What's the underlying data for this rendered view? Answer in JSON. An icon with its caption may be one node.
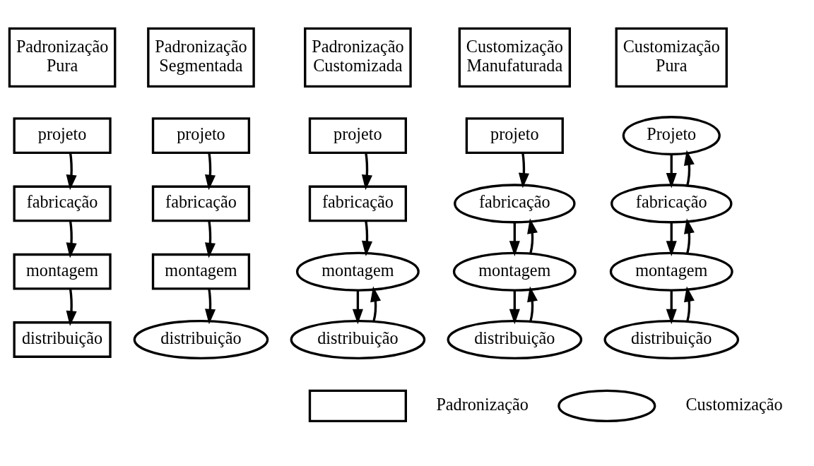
{
  "diagram": {
    "nodes": [
      {
        "text": [
          "Padronização Pura"
        ]
      },
      {
        "text": [
          "projeto"
        ]
      },
      {
        "text": [
          "fabricação"
        ]
      },
      {
        "text": [
          "montagem"
        ]
      },
      {
        "text": [
          "distribuição"
        ]
      },
      {
        "text": [
          "Padronização Segmentada"
        ]
      },
      {
        "text": [
          "projeto"
        ]
      },
      {
        "text": [
          "fabricação"
        ]
      },
      {
        "text": [
          "montagem"
        ]
      },
      {
        "text": [
          "distribuição"
        ]
      },
      {
        "text": [
          "Padronização Customizada"
        ]
      },
      {
        "text": [
          "projeto"
        ]
      },
      {
        "text": [
          "fabricação"
        ]
      },
      {
        "text": [
          "montagem"
        ]
      },
      {
        "text": [
          "distribuição"
        ]
      },
      {
        "text": [
          "Customização Manufaturada"
        ]
      },
      {
        "text": [
          "projeto"
        ]
      },
      {
        "text": [
          "fabricação"
        ]
      },
      {
        "text": [
          "montagem"
        ]
      },
      {
        "text": [
          "distribuição"
        ]
      },
      {
        "text": [
          "Customização Pura"
        ]
      },
      {
        "text": [
          "Projeto"
        ]
      },
      {
        "text": [
          "fabricação"
        ]
      },
      {
        "text": [
          "montagem"
        ]
      },
      {
        "text": [
          "distribuição"
        ]
      },
      {
        "text": [],
        "shape": "box"
      },
      {
        "text": [],
        "shape": "ellipse"
      }
    ],
    "edges": [
      {
        "from": 1,
        "to": 2,
        "arrow": "to"
      },
      {
        "from": 2,
        "to": 3,
        "arrow": "to"
      },
      {
        "from": 3,
        "to": 4,
        "arrow": "to"
      },
      {
        "from": 6,
        "to": 7,
        "arrow": "to"
      },
      {
        "from": 7,
        "to": 8,
        "arrow": "to"
      },
      {
        "from": 8,
        "to": 9,
        "arrow": "to"
      },
      {
        "from": 11,
        "to": 12,
        "arrow": "to"
      },
      {
        "from": 12,
        "to": 13,
        "arrow": "to"
      },
      {
        "from": 13,
        "to": 14,
        "arrow": "to"
      },
      {
        "from": 14,
        "to": 13,
        "arrow": "to"
      },
      {
        "from": 16,
        "to": 17,
        "arrow": "to"
      },
      {
        "from": 17,
        "to": 18,
        "arrow": "to"
      },
      {
        "from": 18,
        "to": 17,
        "arrow": "to"
      },
      {
        "from": 18,
        "to": 19,
        "arrow": "to"
      },
      {
        "from": 19,
        "to": 18,
        "arrow": "to"
      },
      {
        "from": 21,
        "to": 22,
        "arrow": "to"
      },
      {
        "from": 22,
        "to": 21,
        "arrow": "to"
      },
      {
        "from": 22,
        "to": 23,
        "arrow": "to"
      },
      {
        "from": 23,
        "to": 22,
        "arrow": "to"
      },
      {
        "from": 23,
        "to": 24,
        "arrow": "to"
      },
      {
        "from": 24,
        "to": 23,
        "arrow": "to"
      }
    ],
    "legend": [
      {
        "text": "Padronização"
      },
      {
        "text": "Customização"
      }
    ]
  }
}
